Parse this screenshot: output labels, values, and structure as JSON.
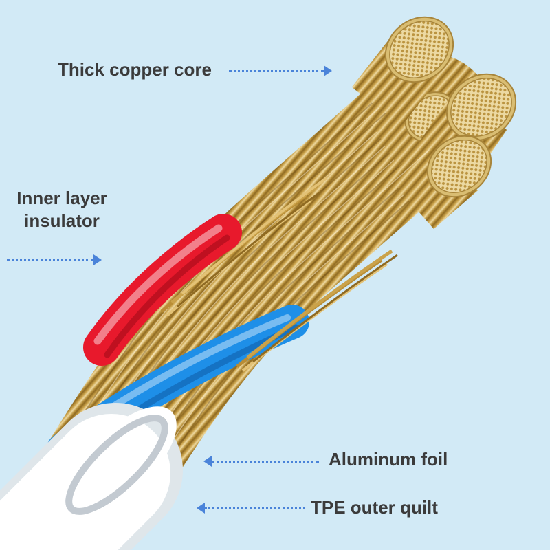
{
  "scene": {
    "description": "Cutaway diagram of a charging cable showing internal construction",
    "background": "#d2eaf6"
  },
  "annotations": {
    "copper_core": {
      "label": "Thick copper core"
    },
    "inner_insulator": {
      "line1": "Inner layer",
      "line2": "insulator"
    },
    "aluminum_foil": {
      "label": "Aluminum foil"
    },
    "tpe_outer_quilt": {
      "label": "TPE outer quilt"
    }
  },
  "colors": {
    "background": "#d2eaf6",
    "label_text": "#3b3b3b",
    "arrow": "#4a83d9",
    "copper_strand": "#caa24a",
    "copper_face": "#ecd9a2",
    "red_wire": "#e8192c",
    "blue_wire": "#1e8fe8",
    "sheath_white": "#ffffff",
    "foil_gray": "#c3cad1"
  }
}
